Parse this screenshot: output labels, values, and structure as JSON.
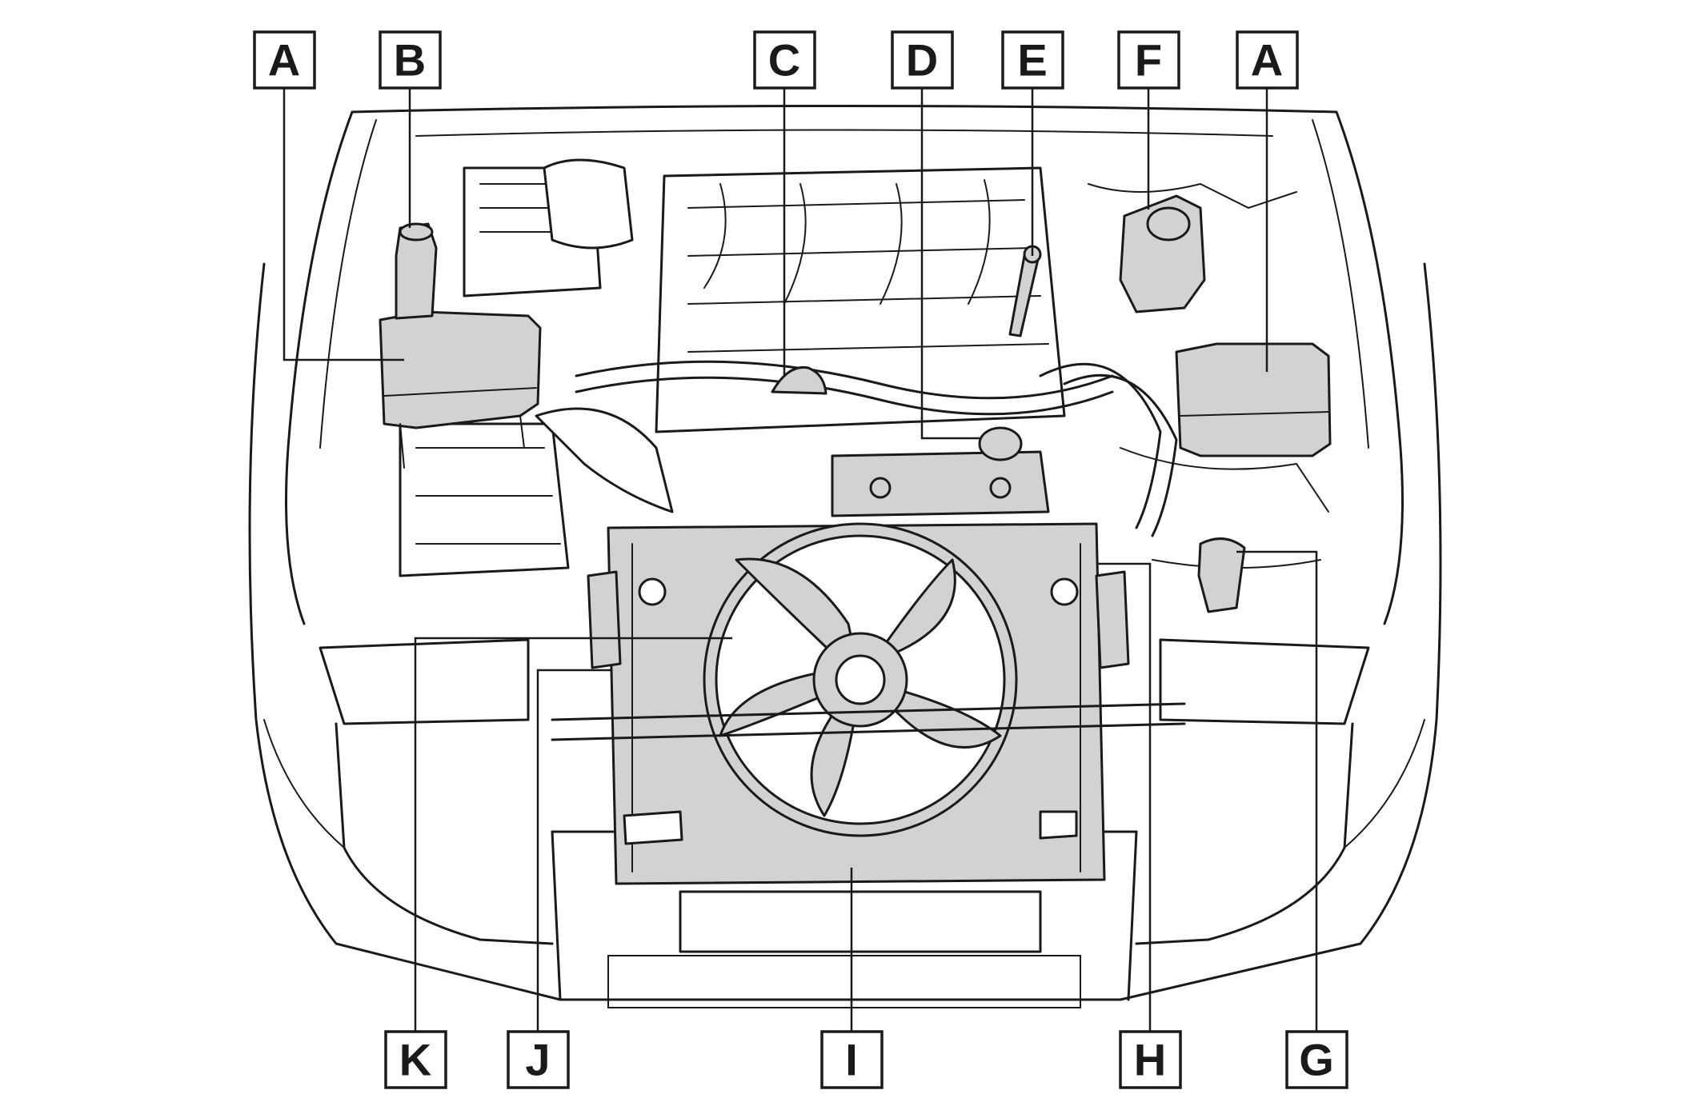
{
  "callouts": [
    {
      "id": "A-left",
      "letter": "A"
    },
    {
      "id": "B",
      "letter": "B"
    },
    {
      "id": "C",
      "letter": "C"
    },
    {
      "id": "D",
      "letter": "D"
    },
    {
      "id": "E",
      "letter": "E"
    },
    {
      "id": "F",
      "letter": "F"
    },
    {
      "id": "A-right",
      "letter": "A"
    },
    {
      "id": "K",
      "letter": "K"
    },
    {
      "id": "J",
      "letter": "J"
    },
    {
      "id": "I",
      "letter": "I"
    },
    {
      "id": "H",
      "letter": "H"
    },
    {
      "id": "G",
      "letter": "G"
    }
  ],
  "colors": {
    "ink": "#1a1a1a",
    "component_shade": "#d2d2d2",
    "background": "#ffffff"
  }
}
